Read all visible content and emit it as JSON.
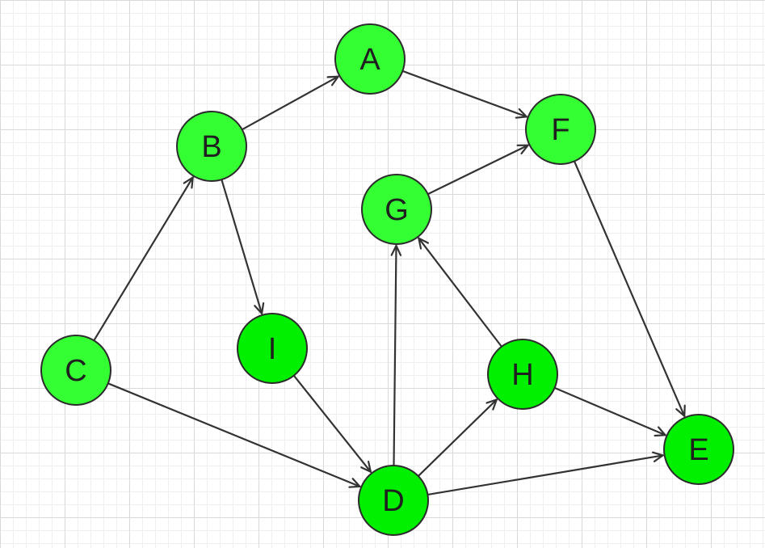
{
  "diagram": {
    "type": "directed-graph",
    "colors": {
      "node_fill_primary": "#33ff33",
      "node_fill_secondary": "#00f000",
      "node_stroke": "#2b2b2b",
      "edge": "#333333",
      "label": "#1f1f1f"
    },
    "nodes": [
      {
        "id": "A",
        "label": "A",
        "fill": "primary"
      },
      {
        "id": "B",
        "label": "B",
        "fill": "primary"
      },
      {
        "id": "C",
        "label": "C",
        "fill": "primary"
      },
      {
        "id": "D",
        "label": "D",
        "fill": "secondary"
      },
      {
        "id": "E",
        "label": "E",
        "fill": "secondary"
      },
      {
        "id": "F",
        "label": "F",
        "fill": "primary"
      },
      {
        "id": "G",
        "label": "G",
        "fill": "primary"
      },
      {
        "id": "H",
        "label": "H",
        "fill": "secondary"
      },
      {
        "id": "I",
        "label": "I",
        "fill": "secondary"
      }
    ],
    "edges": [
      {
        "from": "C",
        "to": "B"
      },
      {
        "from": "B",
        "to": "A"
      },
      {
        "from": "A",
        "to": "F"
      },
      {
        "from": "B",
        "to": "I"
      },
      {
        "from": "C",
        "to": "D"
      },
      {
        "from": "I",
        "to": "D"
      },
      {
        "from": "D",
        "to": "G"
      },
      {
        "from": "G",
        "to": "F"
      },
      {
        "from": "D",
        "to": "H"
      },
      {
        "from": "H",
        "to": "G"
      },
      {
        "from": "H",
        "to": "E"
      },
      {
        "from": "D",
        "to": "E"
      },
      {
        "from": "F",
        "to": "E"
      }
    ]
  }
}
